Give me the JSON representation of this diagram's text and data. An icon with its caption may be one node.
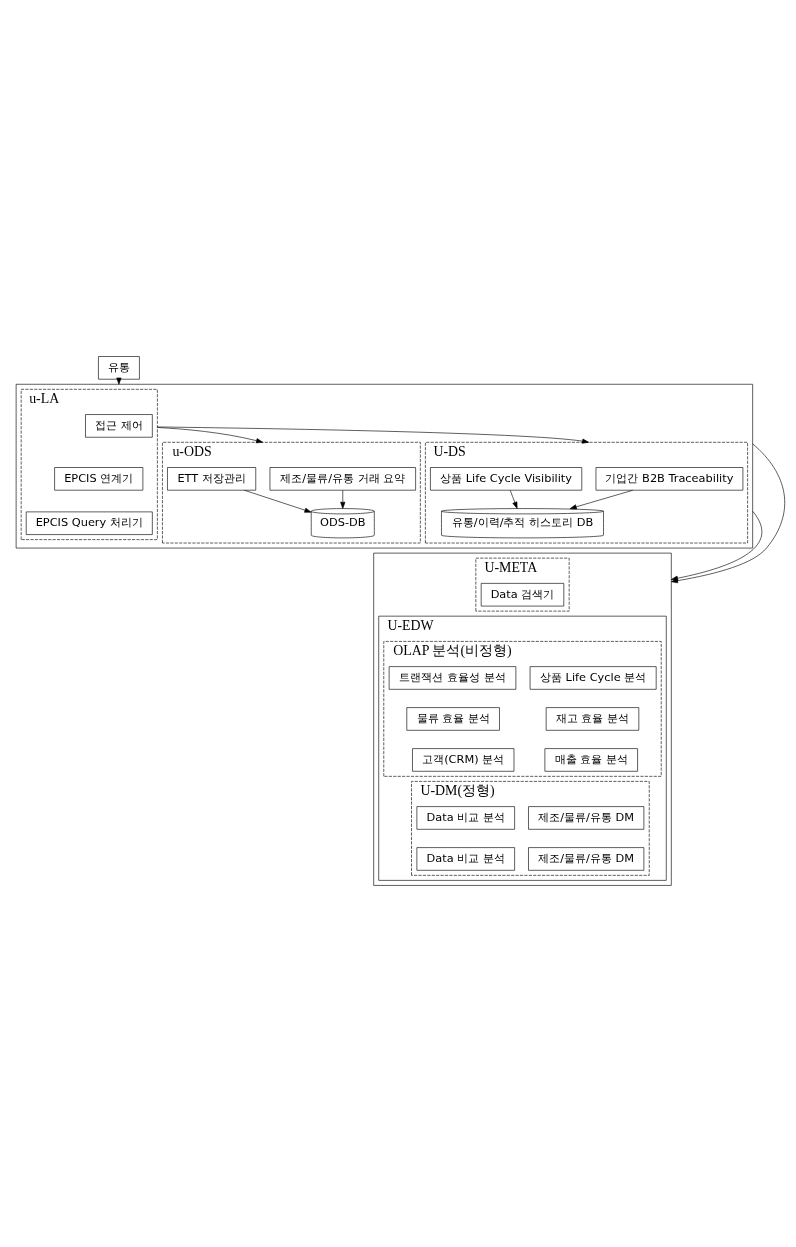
{
  "diagram": {
    "nodes": [
      {
        "text": [
          "유통"
        ]
      },
      {
        "text": [],
        "shape": "box"
      },
      {
        "text": [
          "u-LA"
        ],
        "in": 1
      },
      {
        "text": [
          "접근 제어"
        ],
        "in": 2
      },
      {
        "text": [
          "EPCIS 연계기"
        ],
        "in": 2
      },
      {
        "text": [
          "EPCIS Query 처리기"
        ],
        "in": 2
      },
      {
        "text": [
          "u-ODS"
        ],
        "in": 1
      },
      {
        "text": [
          "제조/물류/유통 거래 요약"
        ],
        "in": 6
      },
      {
        "text": [
          "ETT 저장관리"
        ],
        "in": 6
      },
      {
        "text": [
          "ODS-DB"
        ],
        "in": 6
      },
      {
        "text": [
          "U-DS"
        ],
        "in": 1
      },
      {
        "text": [
          "기업간 B2B Traceability"
        ],
        "in": 10
      },
      {
        "text": [
          "상품 Life Cycle Visibility"
        ],
        "in": 10
      },
      {
        "text": [
          "유통/이력/추적 히스토리 DB"
        ],
        "in": 10
      },
      {
        "text": [],
        "shape": "box"
      },
      {
        "text": [
          "U-META"
        ],
        "in": 14
      },
      {
        "text": [
          "Data 검색기"
        ],
        "in": 15
      },
      {
        "text": [
          "U-EDW"
        ],
        "in": 14
      },
      {
        "text": [
          "OLAP 분석(비정형)"
        ],
        "in": 17
      },
      {
        "text": [
          "상품 Life Cycle 분석"
        ],
        "in": 18
      },
      {
        "text": [
          "트랜잭션 효율성 분석"
        ],
        "in": 18
      },
      {
        "text": [
          "재고 효율 분석"
        ],
        "in": 18
      },
      {
        "text": [
          "물류 효율 분석"
        ],
        "in": 18
      },
      {
        "text": [
          "매출 효율 분석"
        ],
        "in": 18
      },
      {
        "text": [
          "고객(CRM) 분석"
        ],
        "in": 18
      },
      {
        "text": [
          "U-DM(정형)"
        ],
        "in": 17
      },
      {
        "text": [
          "제조/물류/유통 DM"
        ],
        "in": 25
      },
      {
        "text": [
          "Data 비교 분석"
        ],
        "in": 25
      },
      {
        "text": [
          "제조/물류/유통 DM"
        ],
        "in": 25
      },
      {
        "text": [
          "Data 비교 분석"
        ],
        "in": 25
      }
    ],
    "edges": [
      {
        "from": 0,
        "to": 1,
        "arrow": "to"
      },
      {
        "from": 2,
        "to": 6,
        "arrow": "to"
      },
      {
        "from": 2,
        "to": 10,
        "arrow": "to"
      },
      {
        "from": 7,
        "to": 9,
        "arrow": "to"
      },
      {
        "from": 8,
        "to": 9,
        "arrow": "to"
      },
      {
        "from": 11,
        "to": 13,
        "arrow": "to"
      },
      {
        "from": 12,
        "to": 13,
        "arrow": "to"
      },
      {
        "from": 1,
        "to": 14,
        "arrow": "to"
      },
      {
        "from": 1,
        "to": 14,
        "arrow": "to"
      }
    ]
  }
}
